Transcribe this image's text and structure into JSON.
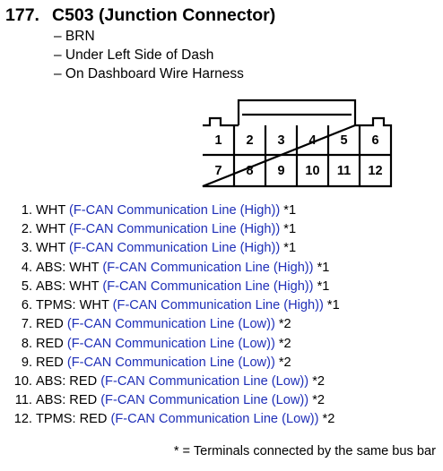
{
  "heading": {
    "number": "177.",
    "title": "C503 (Junction Connector)"
  },
  "details": [
    "– BRN",
    "– Under Left Side of Dash",
    "– On Dashboard Wire Harness"
  ],
  "connector": {
    "top_row": [
      "1",
      "2",
      "3",
      "4",
      "5",
      "6"
    ],
    "bottom_row": [
      "7",
      "8",
      "9",
      "10",
      "11",
      "12"
    ]
  },
  "pins": [
    {
      "num": "1.",
      "pre": "WHT ",
      "desc": "(F-CAN Communication Line (High))",
      "note": " *1"
    },
    {
      "num": "2.",
      "pre": "WHT ",
      "desc": "(F-CAN Communication Line (High))",
      "note": " *1"
    },
    {
      "num": "3.",
      "pre": "WHT ",
      "desc": "(F-CAN Communication Line (High))",
      "note": " *1"
    },
    {
      "num": "4.",
      "pre": "ABS: WHT ",
      "desc": "(F-CAN Communication Line (High))",
      "note": " *1"
    },
    {
      "num": "5.",
      "pre": "ABS: WHT ",
      "desc": "(F-CAN Communication Line (High))",
      "note": " *1"
    },
    {
      "num": "6.",
      "pre": "TPMS: WHT ",
      "desc": "(F-CAN Communication Line (High))",
      "note": " *1"
    },
    {
      "num": "7.",
      "pre": "RED ",
      "desc": "(F-CAN Communication Line (Low))",
      "note": " *2"
    },
    {
      "num": "8.",
      "pre": "RED ",
      "desc": "(F-CAN Communication Line (Low))",
      "note": " *2"
    },
    {
      "num": "9.",
      "pre": "RED ",
      "desc": "(F-CAN Communication Line (Low))",
      "note": " *2"
    },
    {
      "num": "10.",
      "pre": "ABS: RED ",
      "desc": "(F-CAN Communication Line (Low))",
      "note": " *2"
    },
    {
      "num": "11.",
      "pre": "ABS: RED ",
      "desc": "(F-CAN Communication Line (Low))",
      "note": " *2"
    },
    {
      "num": "12.",
      "pre": "TPMS: RED ",
      "desc": "(F-CAN Communication Line (Low))",
      "note": " *2"
    }
  ],
  "footnote": "* = Terminals connected by the same bus bar"
}
